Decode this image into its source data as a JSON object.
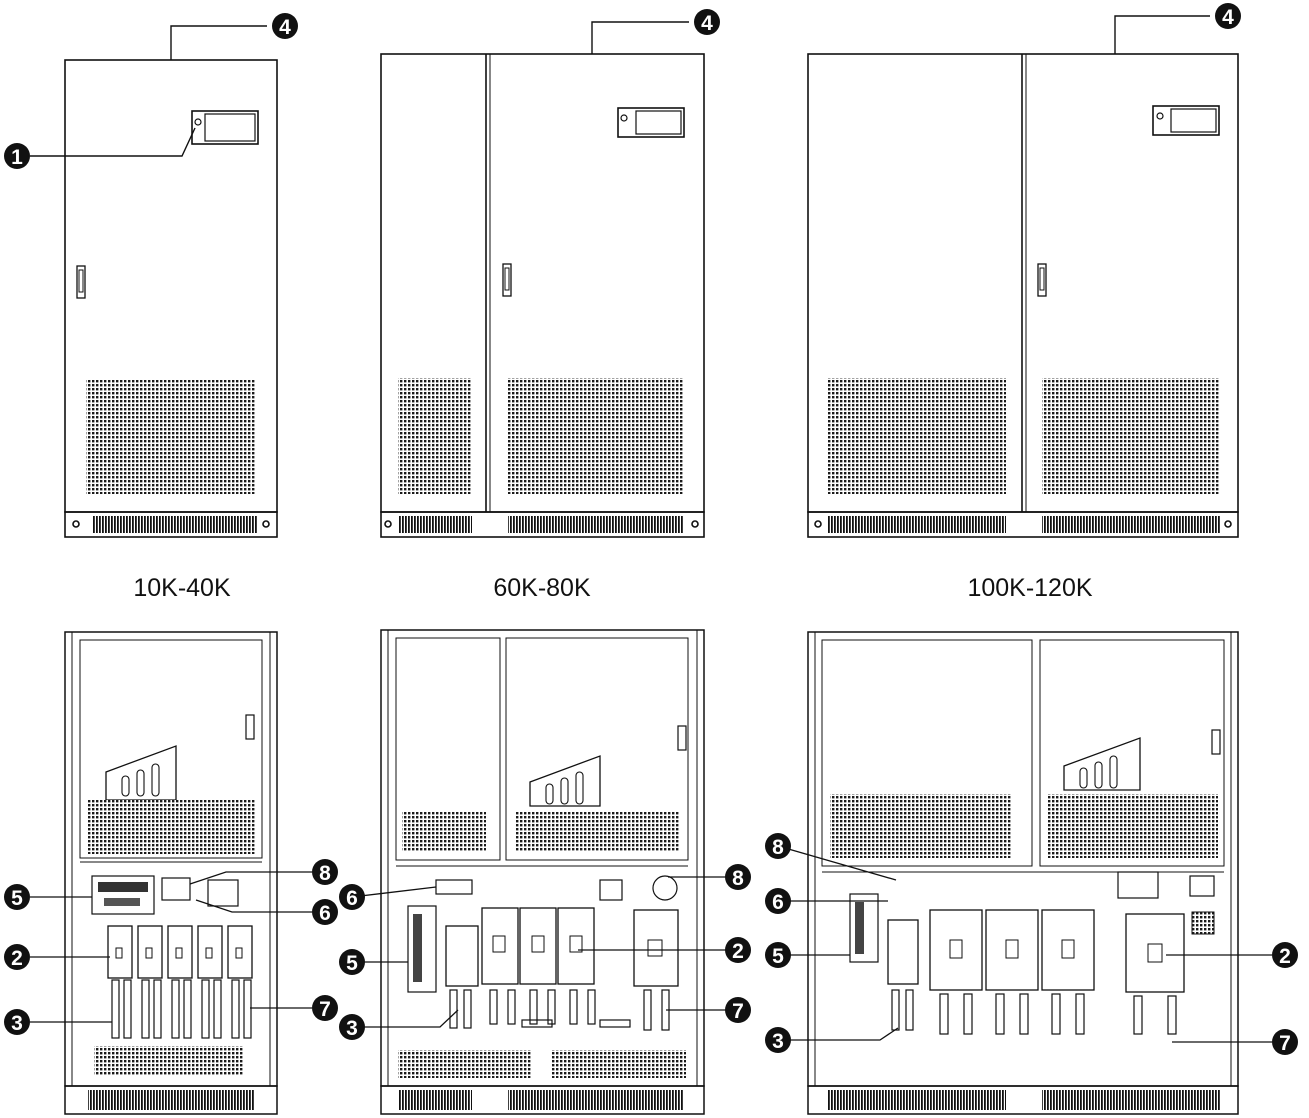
{
  "captions": [
    "10K-40K",
    "60K-80K",
    "100K-120K"
  ],
  "callouts": [
    "1",
    "2",
    "3",
    "4",
    "5",
    "6",
    "7",
    "8"
  ]
}
